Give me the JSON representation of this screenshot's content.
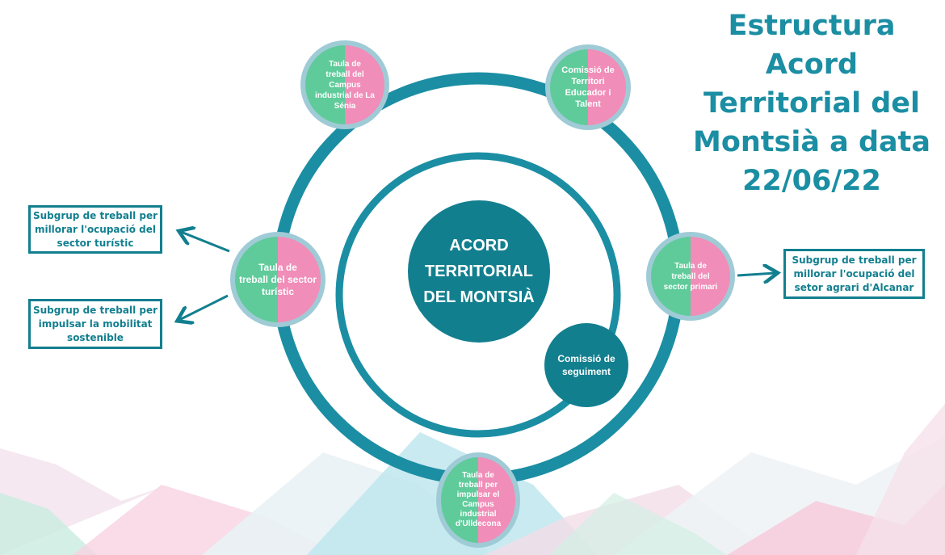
{
  "title": [
    "Estructura Acord",
    "Territorial del",
    "Montsià a data",
    "22/06/22"
  ],
  "center": [
    "ACORD",
    "TERRITORIAL",
    "DEL MONTSIÀ"
  ],
  "seguiment": [
    "Comissió de",
    "seguiment"
  ],
  "nodes": {
    "campus_senia": [
      "Taula de",
      "treball del",
      "Campus",
      "industrial de La",
      "Sénia"
    ],
    "territori_educador": [
      "Comissió de",
      "Territori",
      "Educador i",
      "Talent"
    ],
    "sector_turistic": [
      "Taula de",
      "treball del sector",
      "turístic"
    ],
    "sector_primari": [
      "Taula de",
      "treball del",
      "sector primari"
    ],
    "campus_ulldecona": [
      "Taula de",
      "treball per",
      "impulsar el",
      "Campus",
      "industrial",
      "d'Ulldecona"
    ]
  },
  "subgroups": {
    "turistic": [
      "Subgrup de treball per",
      "millorar l'ocupació del",
      "sector turístic"
    ],
    "mobilitat": [
      "Subgrup de treball per",
      "impulsar la mobilitat",
      "sostenible"
    ],
    "agrari": [
      "Subgrup de treball per",
      "millorar l'ocupació del",
      "setor agrari d'Alcanar"
    ]
  },
  "colors": {
    "ring": "#1b8ea3",
    "dark": "#127f8f",
    "green": "#5fcb9a",
    "pink": "#f08db8",
    "node_border": "#9fcbd6"
  }
}
